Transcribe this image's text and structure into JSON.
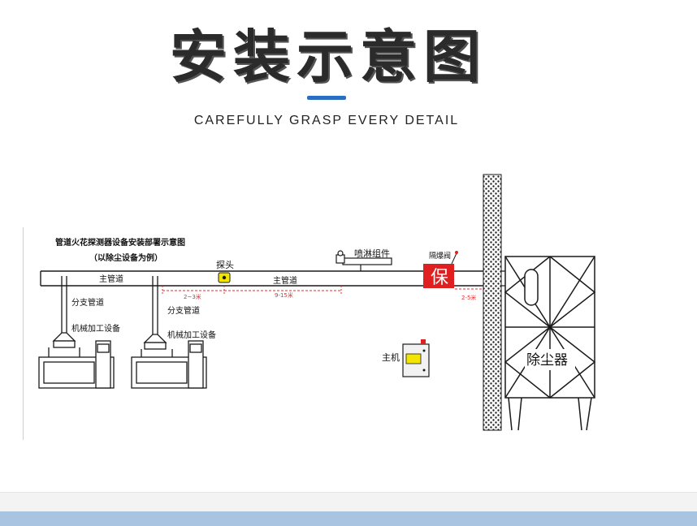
{
  "header": {
    "title": "安装示意图",
    "subtitle": "CAREFULLY GRASP EVERY DETAIL",
    "accent_color": "#2a6fbf"
  },
  "diagram": {
    "caption_line1": "管道火花探测器设备安装部署示意图",
    "caption_line2": "（以除尘设备为例）",
    "probe_label": "探头",
    "spray_label": "喷淋组件",
    "valve_label": "隔爆阀",
    "main_pipe_label_1": "主管道",
    "main_pipe_label_2": "主管道",
    "branch_label_1": "分支管道",
    "branch_label_2": "分支管道",
    "machine_label_1": "机械加工设备",
    "machine_label_2": "机械加工设备",
    "dim_1": "2~3米",
    "dim_2": "9-15米",
    "dim_3": "2-5米",
    "host_label": "主机",
    "collector_label": "除尘器",
    "watermark": "保",
    "colors": {
      "valve": "#e02020",
      "dimension": "#e03030",
      "probe": "#f2e600",
      "line": "#1a1a1a"
    }
  }
}
